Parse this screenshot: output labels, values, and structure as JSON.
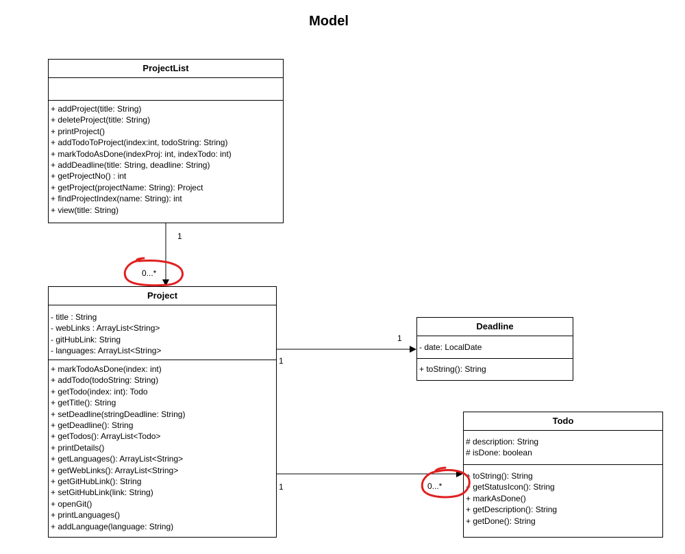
{
  "title": "Model",
  "classes": {
    "projectlist": {
      "name": "ProjectList",
      "attributes": [],
      "methods": [
        "+ addProject(title: String)",
        "+ deleteProject(title: String)",
        "+ printProject()",
        "+ addTodoToProject(index:int, todoString: String)",
        "+ markTodoAsDone(indexProj: int, indexTodo: int)",
        "+ addDeadline(title: String, deadline: String)",
        "+ getProjectNo() : int",
        "+ getProject(projectName: String): Project",
        "+ findProjectIndex(name: String): int",
        "+ view(title: String)"
      ]
    },
    "project": {
      "name": "Project",
      "attributes": [
        "- title : String",
        "- webLinks : ArrayList<String>",
        "- gitHubLink: String",
        "- languages: ArrayList<String>"
      ],
      "methods": [
        "+ markTodoAsDone(index: int)",
        "+ addTodo(todoString: String)",
        "+ getTodo(index: int): Todo",
        "+ getTitle(): String",
        "+ setDeadline(stringDeadline: String)",
        "+ getDeadline(): String",
        "+ getTodos(): ArrayList<Todo>",
        "+ printDetails()",
        "+ getLanguages(): ArrayList<String>",
        "+ getWebLinks(): ArrayList<String>",
        "+ getGitHubLink(): String",
        "+ setGitHubLink(link: String)",
        "+ openGit()",
        "+ printLanguages()",
        "+ addLanguage(language: String)"
      ]
    },
    "deadline": {
      "name": "Deadline",
      "attributes": [
        "- date: LocalDate"
      ],
      "methods": [
        "+ toString(): String"
      ]
    },
    "todo": {
      "name": "Todo",
      "attributes": [
        "# description: String",
        "# isDone: boolean"
      ],
      "methods": [
        "+ toString(): String",
        "+ getStatusIcon(): String",
        "+ markAsDone()",
        "+ getDescription(): String",
        "+ getDone(): String"
      ]
    }
  },
  "multiplicities": {
    "projectlist_source": "1",
    "project_target": "0...*",
    "deadline_source": "1",
    "deadline_target": "1",
    "todo_source": "1",
    "todo_target": "0...*"
  },
  "colors": {
    "highlight_circle": "#e02020"
  }
}
